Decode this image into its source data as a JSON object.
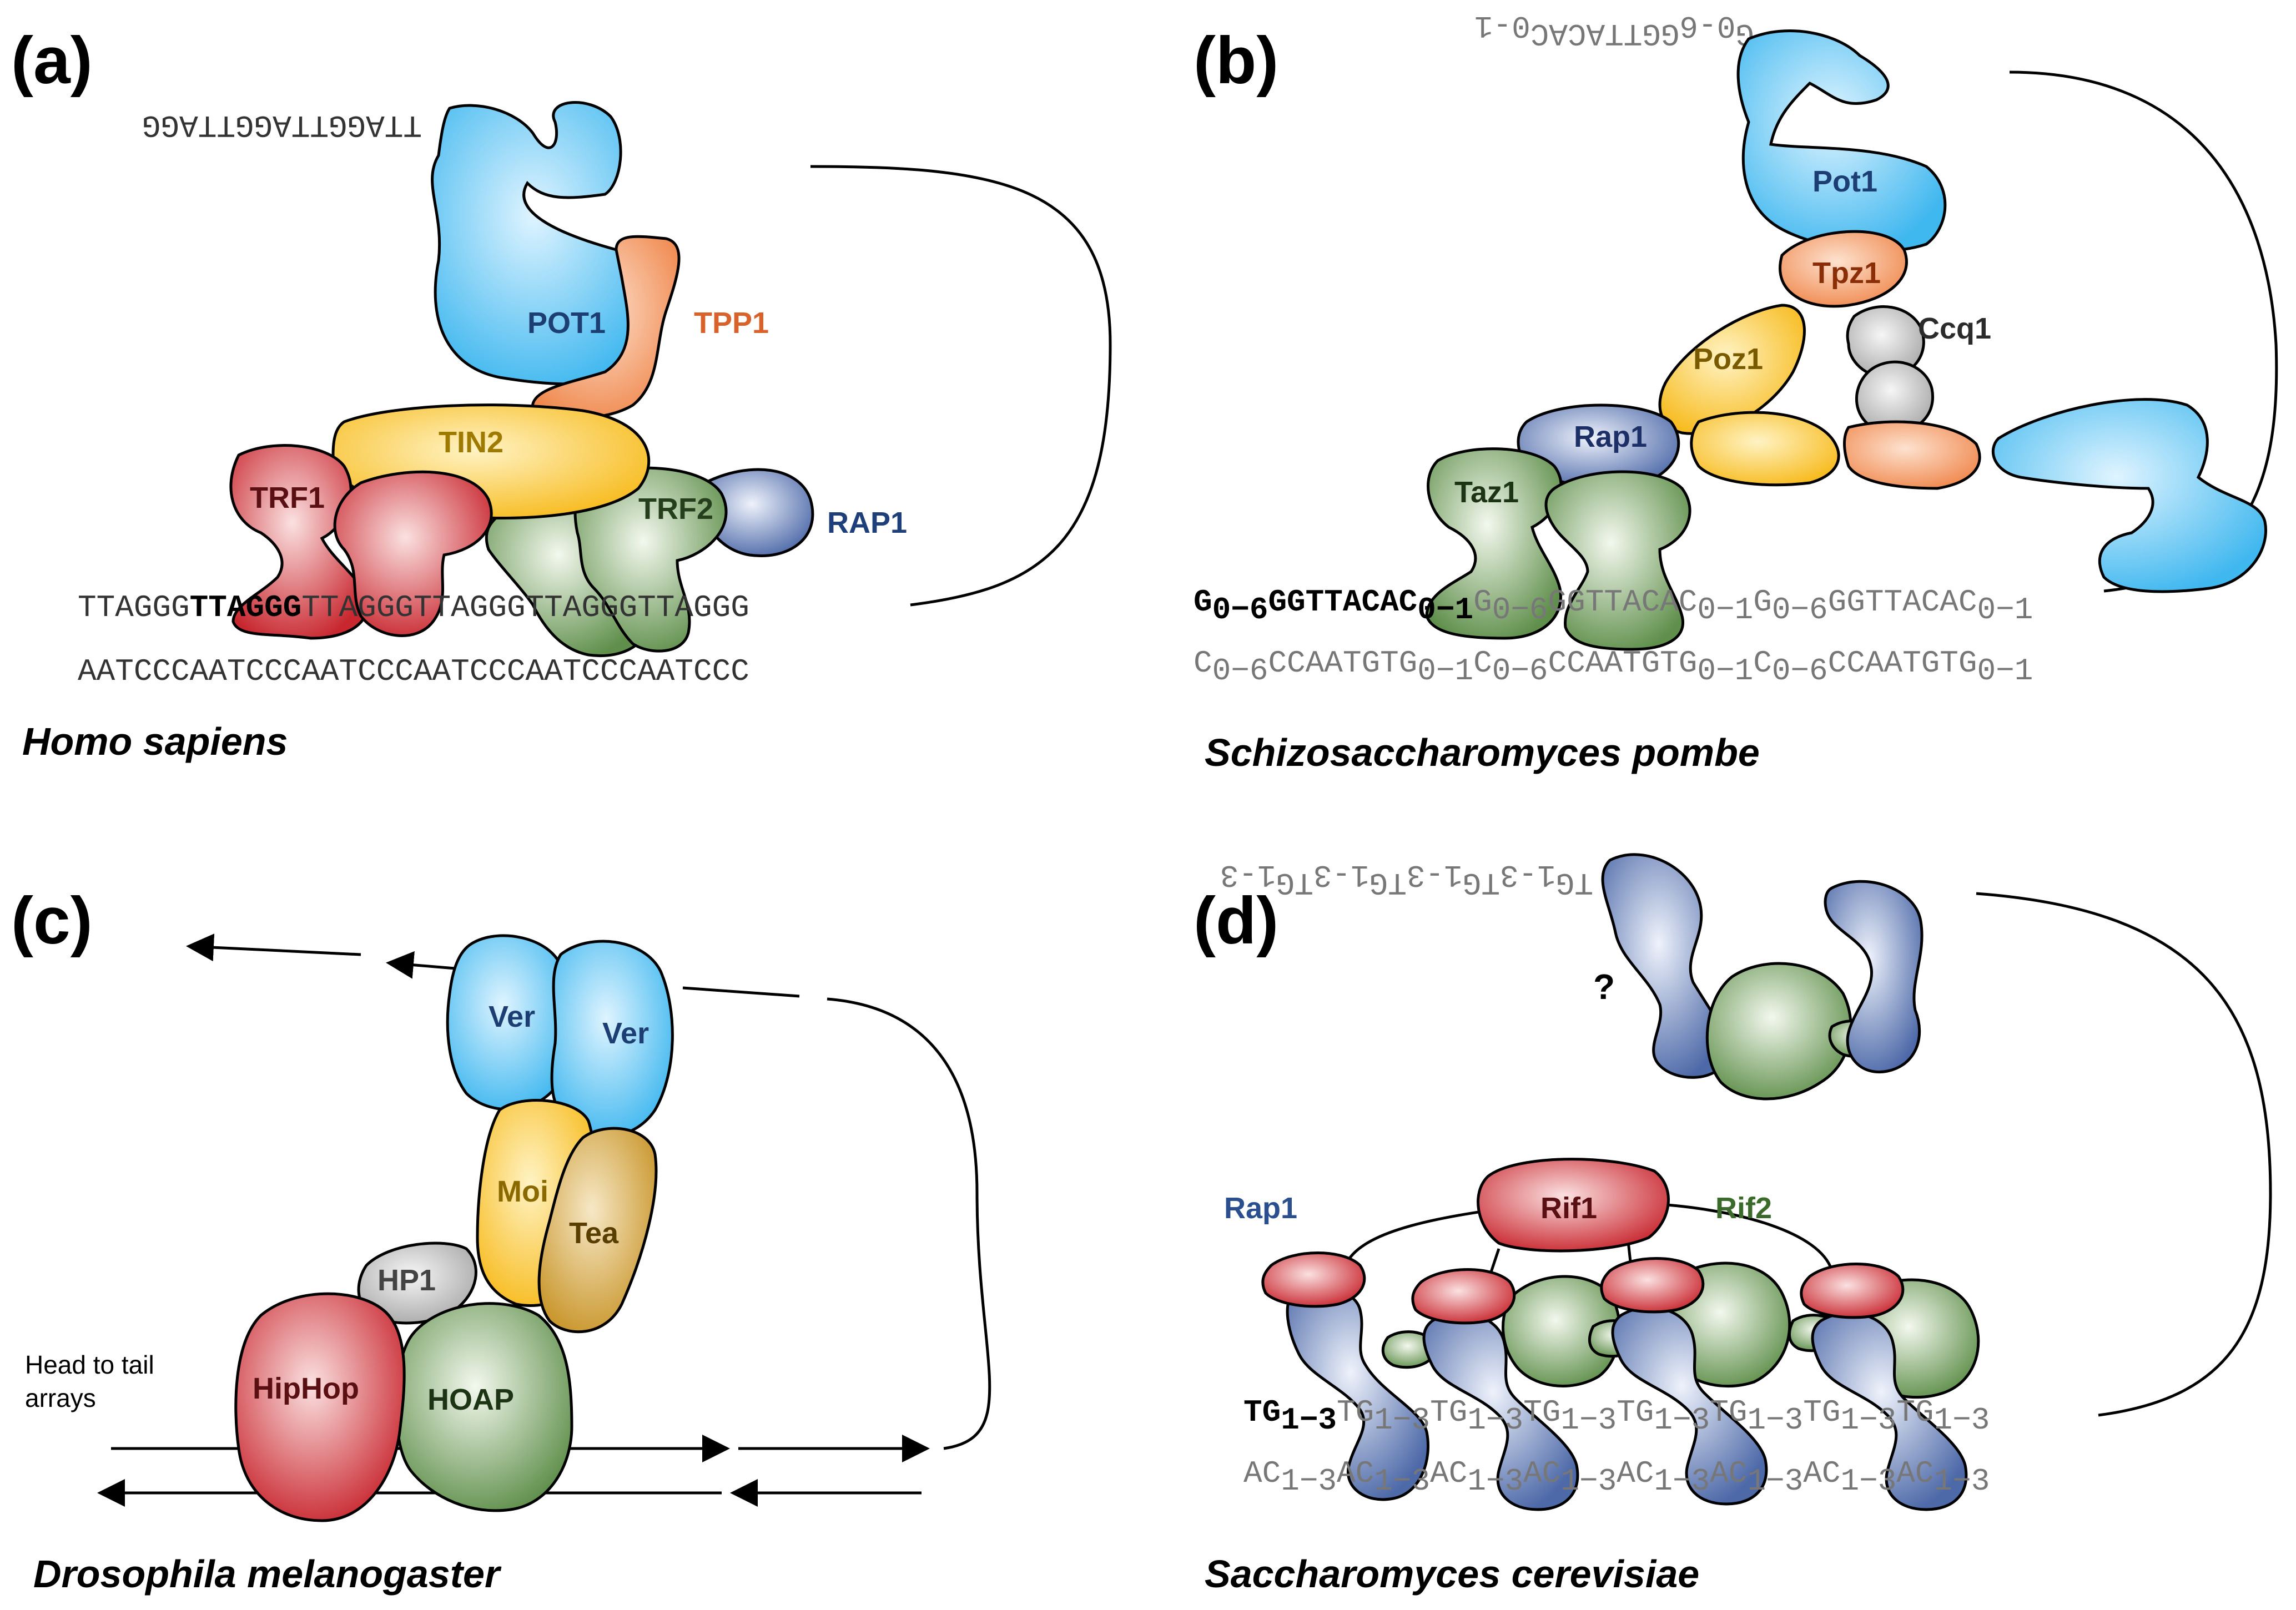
{
  "colors": {
    "blue": "#3fb7ef",
    "orange": "#f0894f",
    "yellow": "#f7bb1e",
    "red": "#c8272f",
    "green": "#5f8f4b",
    "navy": "#4d69a8",
    "gray": "#a8a8a8",
    "tan": "#c8952a"
  },
  "panels": {
    "a": {
      "label": "(a)",
      "species": "Homo sapiens",
      "proteins": {
        "pot1": "POT1",
        "tpp1": "TPP1",
        "tin2": "TIN2",
        "trf1": "TRF1",
        "trf2": "TRF2",
        "rap1": "RAP1"
      },
      "overhang": "TTAGGTTAGGTTAGG",
      "top_bold": "TTAGGG",
      "top_start": "TTAGGG",
      "top_rest": "TTAGGGTTAGGGTTAGGGTTAGGG",
      "bottom": "AATCCCAATCCCAATCCCAATCCCAATCCCAATCCC"
    },
    "b": {
      "label": "(b)",
      "species": "Schizosaccharomyces pombe",
      "proteins": {
        "pot1": "Pot1",
        "tpz1": "Tpz1",
        "ccq1": "Ccq1",
        "poz1": "Poz1",
        "rap1": "Rap1",
        "taz1": "Taz1"
      },
      "overhang_g": "G",
      "overhang_g_sub": "0-6",
      "overhang_seq": "GGTTACAC",
      "overhang_seq_sub": "0-1",
      "unit_g": "G",
      "unit_g_sub": "0−6",
      "unit_seq": "GGTTACAC",
      "unit_seq_sub": "0−1",
      "bot_c": "C",
      "bot_c_sub": "0−6",
      "bot_seq": "CCAATGTG",
      "bot_seq_sub": "0−1"
    },
    "c": {
      "label": "(c)",
      "species": "Drosophila melanogaster",
      "proteins": {
        "ver1": "Ver",
        "ver2": "Ver",
        "moi": "Moi",
        "tea": "Tea",
        "hp1": "HP1",
        "hiphop": "HipHop",
        "hoap": "HOAP"
      },
      "note_line1": "Head to tail",
      "note_line2": "arrays"
    },
    "d": {
      "label": "(d)",
      "species": "Saccharomyces cerevisiae",
      "proteins": {
        "rap1": "Rap1",
        "rif1": "Rif1",
        "rif2": "Rif2"
      },
      "question": "?",
      "tg": "TG",
      "ac": "AC",
      "sub": "1−3",
      "overhang_sub": "1-3"
    }
  }
}
